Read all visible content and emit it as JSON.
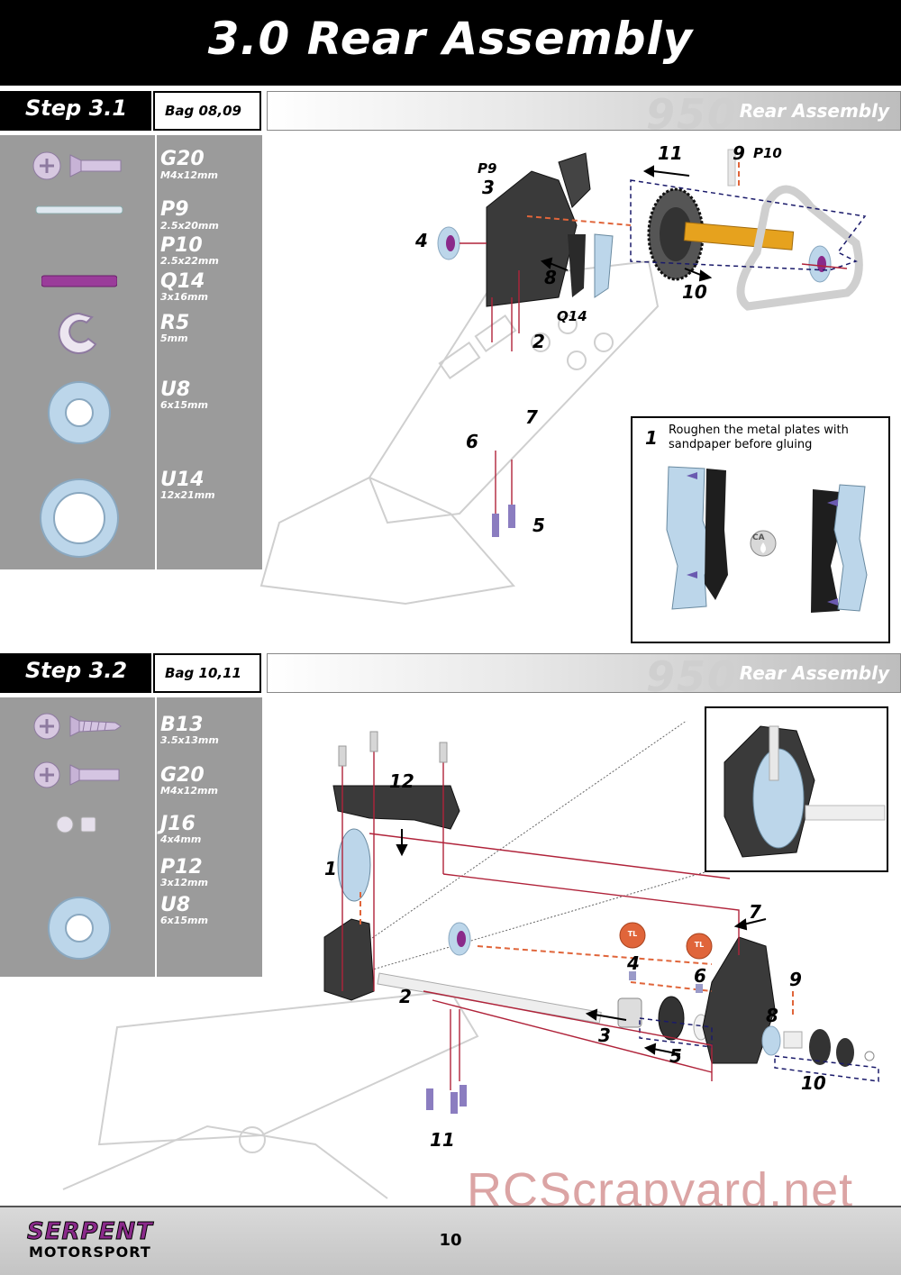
{
  "page_title": "3.0 Rear Assembly",
  "steps": [
    {
      "label": "Step 3.1",
      "bag": "Bag 08,09",
      "banner_model": "950",
      "banner_text": "Rear Assembly",
      "parts": [
        {
          "code": "G20",
          "size": "M4x12mm",
          "icon": "countersunk-screw-icon"
        },
        {
          "code": "P9",
          "size": "2.5x20mm",
          "icon": "pin-icon"
        },
        {
          "code": "P10",
          "size": "2.5x22mm",
          "icon": "pin-icon"
        },
        {
          "code": "Q14",
          "size": "3x16mm",
          "icon": "shaft-icon"
        },
        {
          "code": "R5",
          "size": "5mm",
          "icon": "e-clip-icon"
        },
        {
          "code": "U8",
          "size": "6x15mm",
          "icon": "washer-icon"
        },
        {
          "code": "U14",
          "size": "12x21mm",
          "icon": "washer-icon"
        }
      ],
      "callouts": [
        "11",
        "9",
        "P10",
        "P9",
        "3",
        "4",
        "8",
        "10",
        "Q14",
        "2",
        "7",
        "6",
        "5"
      ],
      "note": {
        "num": "1",
        "text": "Roughen the metal plates with sandpaper before gluing",
        "glue_label": "CA"
      }
    },
    {
      "label": "Step 3.2",
      "bag": "Bag 10,11",
      "banner_model": "950",
      "banner_text": "Rear Assembly",
      "parts": [
        {
          "code": "B13",
          "size": "3.5x13mm",
          "icon": "self-tapping-screw-icon"
        },
        {
          "code": "G20",
          "size": "M4x12mm",
          "icon": "countersunk-screw-icon"
        },
        {
          "code": "J16",
          "size": "4x4mm",
          "icon": "set-screw-icon"
        },
        {
          "code": "P12",
          "size": "3x12mm",
          "icon": "pin-icon"
        },
        {
          "code": "U8",
          "size": "6x15mm",
          "icon": "washer-icon"
        }
      ],
      "callouts": [
        "12",
        "1",
        "7",
        "2",
        "4",
        "6",
        "9",
        "8",
        "3",
        "5",
        "10",
        "11"
      ],
      "threadlock_label": "TL"
    }
  ],
  "footer": {
    "brand_top": "SERPENT",
    "brand_bottom": "MOTORSPORT",
    "page_number": "10"
  },
  "watermark": "RCScrapyard.net",
  "colors": {
    "accent_purple": "#8a2a8a",
    "arrow_orange": "#e0653a",
    "guide_red": "#b0233a",
    "part_blue": "#bcd6ea",
    "panel_grey": "#9b9b9b"
  }
}
